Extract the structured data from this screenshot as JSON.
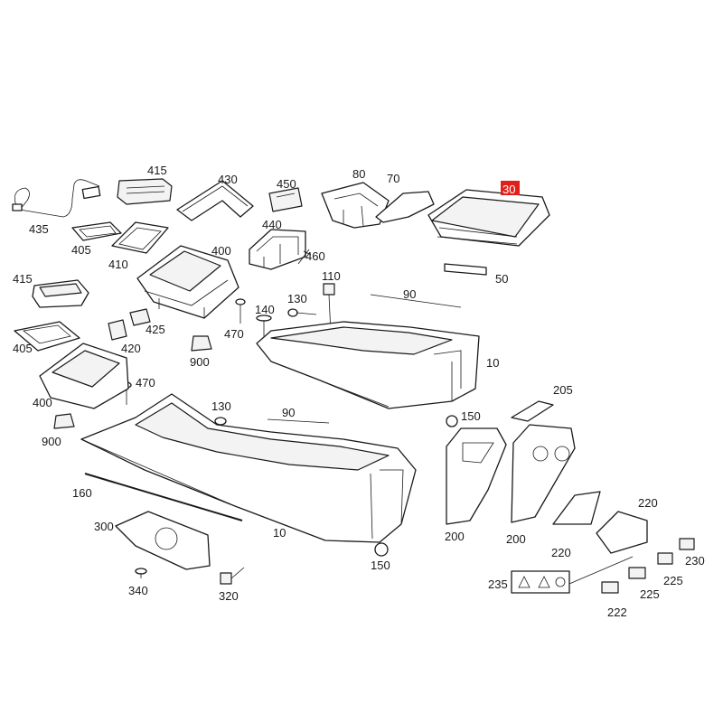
{
  "diagram": {
    "highlight_color": "#e0201b",
    "highlighted_label": "30",
    "callouts": [
      {
        "id": "c435",
        "label": "435"
      },
      {
        "id": "c415a",
        "label": "415"
      },
      {
        "id": "c430",
        "label": "430"
      },
      {
        "id": "c450",
        "label": "450"
      },
      {
        "id": "c80",
        "label": "80"
      },
      {
        "id": "c70",
        "label": "70"
      },
      {
        "id": "c30",
        "label": "30"
      },
      {
        "id": "c405a",
        "label": "405"
      },
      {
        "id": "c410",
        "label": "410"
      },
      {
        "id": "c440",
        "label": "440"
      },
      {
        "id": "c400a",
        "label": "400"
      },
      {
        "id": "c460",
        "label": "460"
      },
      {
        "id": "c50",
        "label": "50"
      },
      {
        "id": "c415b",
        "label": "415"
      },
      {
        "id": "c110",
        "label": "110"
      },
      {
        "id": "c90a",
        "label": "90"
      },
      {
        "id": "c130a",
        "label": "130"
      },
      {
        "id": "c140",
        "label": "140"
      },
      {
        "id": "c425",
        "label": "425"
      },
      {
        "id": "c405b",
        "label": "405"
      },
      {
        "id": "c420",
        "label": "420"
      },
      {
        "id": "c470a",
        "label": "470"
      },
      {
        "id": "c900a",
        "label": "900"
      },
      {
        "id": "c10a",
        "label": "10"
      },
      {
        "id": "c400b",
        "label": "400"
      },
      {
        "id": "c470b",
        "label": "470"
      },
      {
        "id": "c205",
        "label": "205"
      },
      {
        "id": "c130b",
        "label": "130"
      },
      {
        "id": "c90b",
        "label": "90"
      },
      {
        "id": "c150a",
        "label": "150"
      },
      {
        "id": "c900b",
        "label": "900"
      },
      {
        "id": "c160",
        "label": "160"
      },
      {
        "id": "c220a",
        "label": "220"
      },
      {
        "id": "c300",
        "label": "300"
      },
      {
        "id": "c10b",
        "label": "10"
      },
      {
        "id": "c200a",
        "label": "200"
      },
      {
        "id": "c200b",
        "label": "200"
      },
      {
        "id": "c220b",
        "label": "220"
      },
      {
        "id": "c230",
        "label": "230"
      },
      {
        "id": "c150b",
        "label": "150"
      },
      {
        "id": "c225a",
        "label": "225"
      },
      {
        "id": "c340",
        "label": "340"
      },
      {
        "id": "c235",
        "label": "235"
      },
      {
        "id": "c225b",
        "label": "225"
      },
      {
        "id": "c320",
        "label": "320"
      },
      {
        "id": "c222",
        "label": "222"
      }
    ]
  }
}
